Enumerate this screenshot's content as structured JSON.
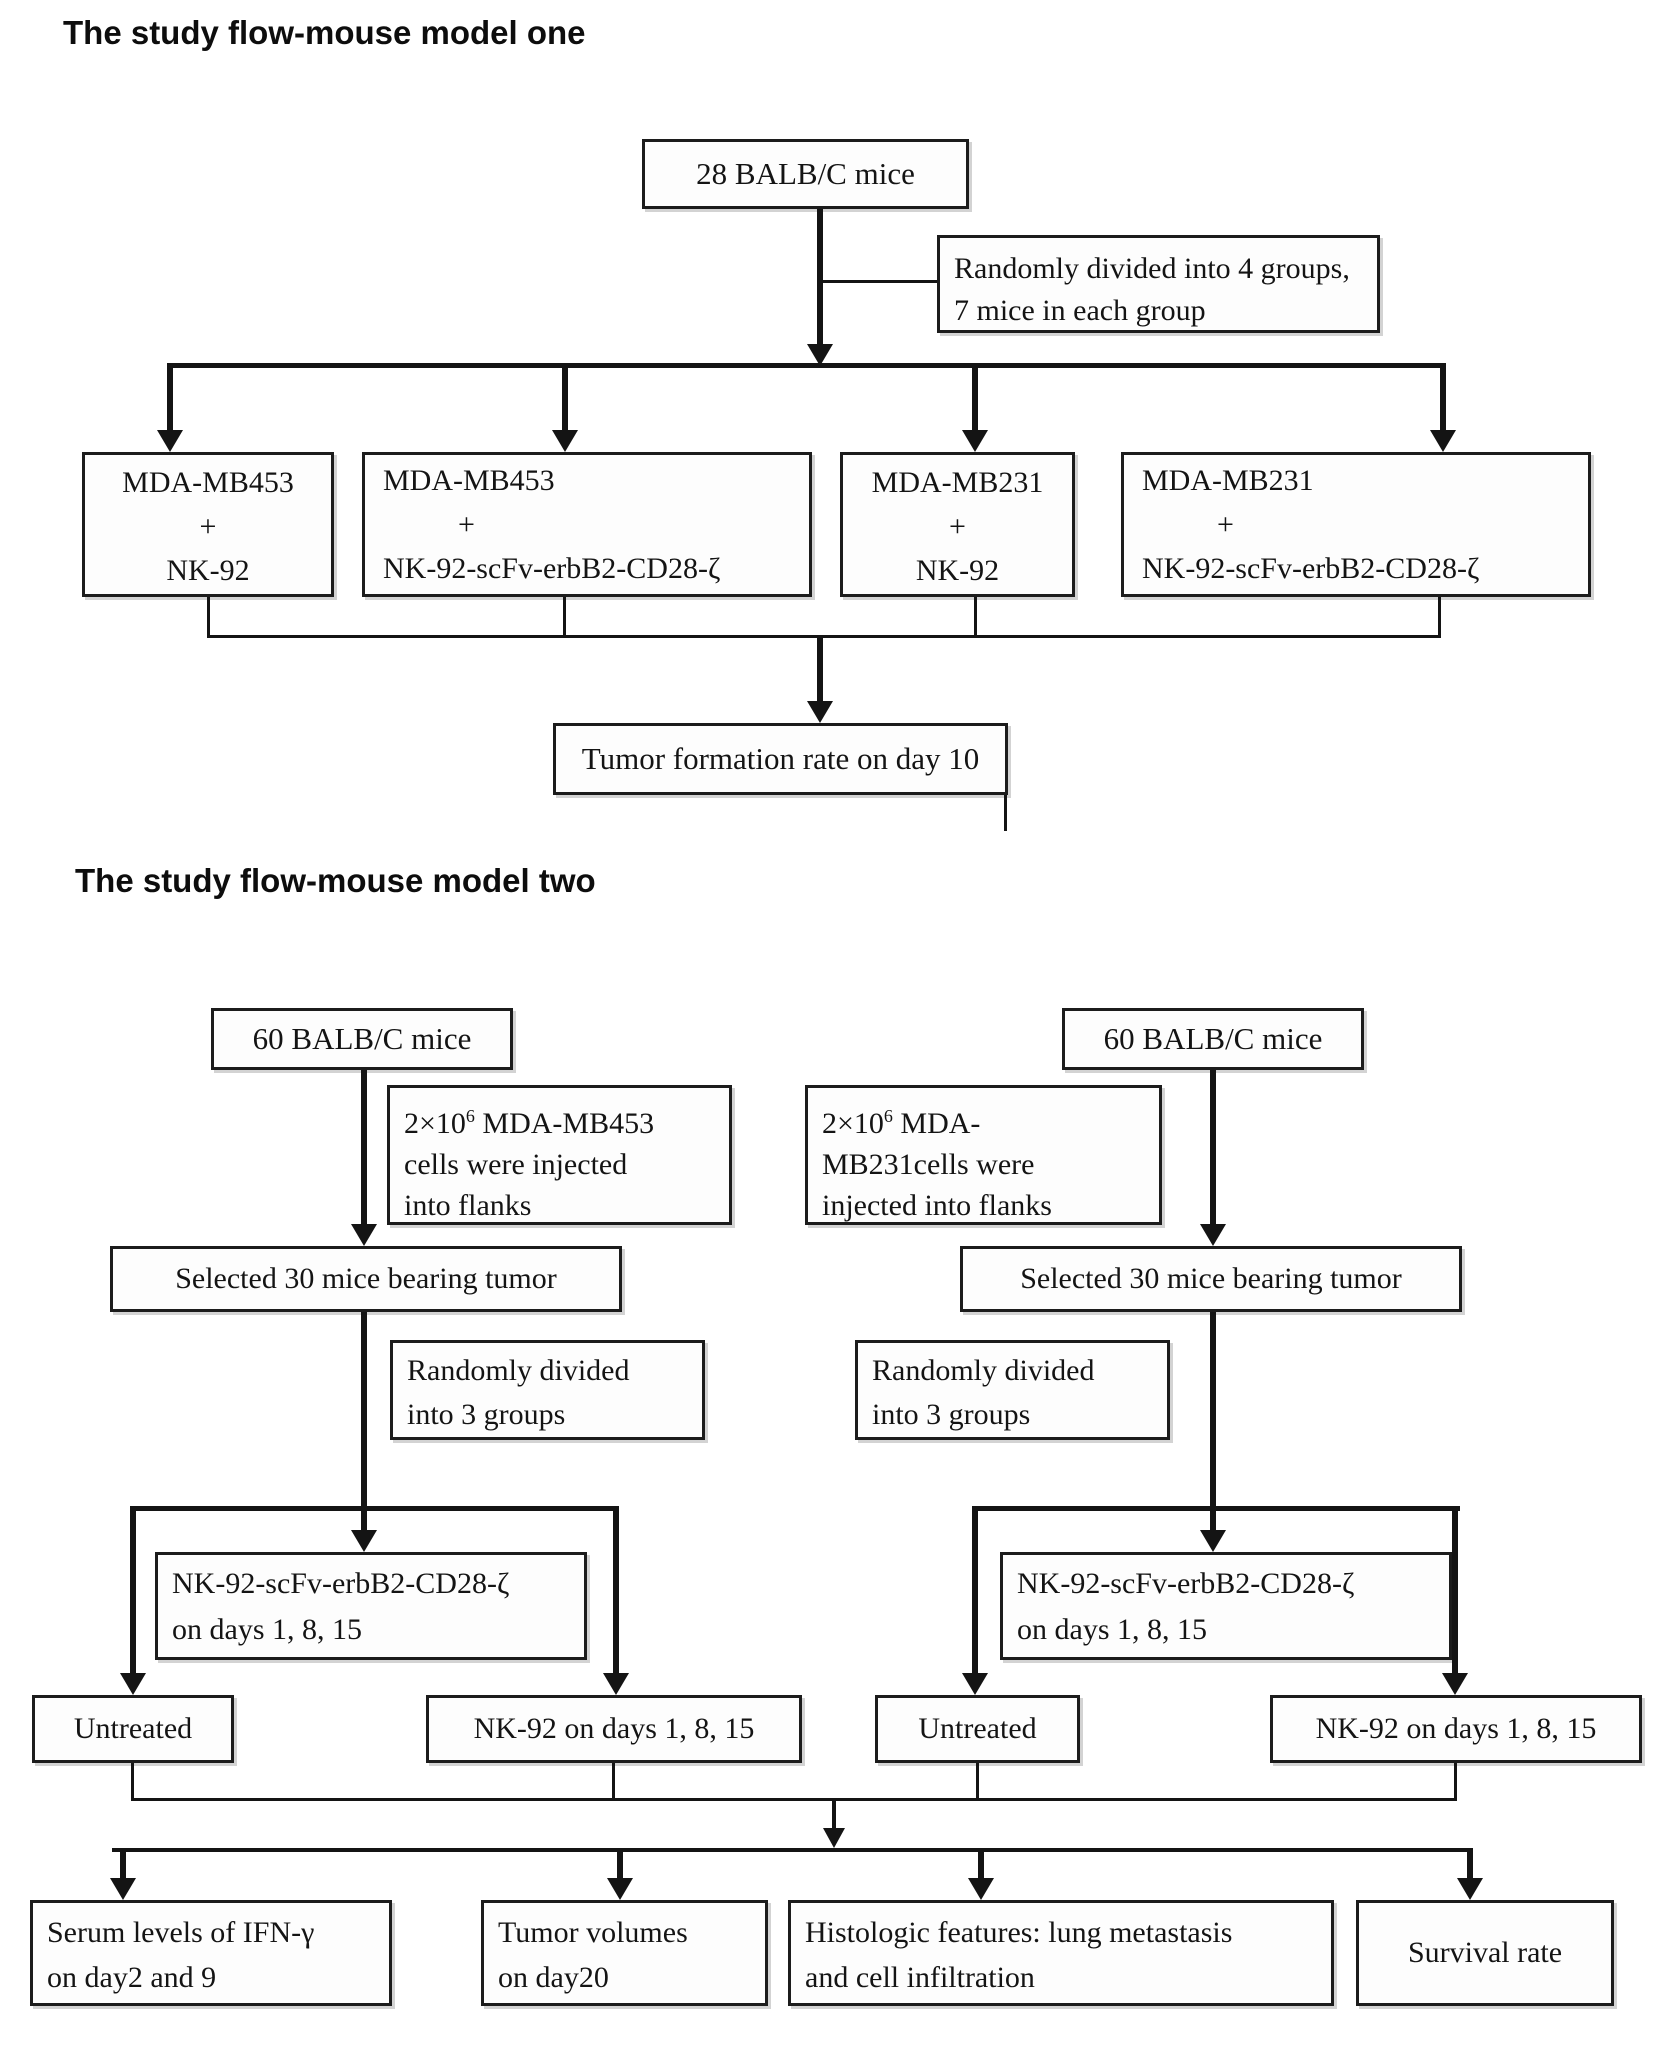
{
  "model_one": {
    "title": "The study flow-mouse model one",
    "mice": "28 BALB/C mice",
    "randomized": {
      "line1": "Randomly divided into 4 groups,",
      "line2": "7 mice in each group"
    },
    "group1": {
      "line1": "MDA-MB453",
      "line2": "+",
      "line3": "NK-92"
    },
    "group2": {
      "line1": "MDA-MB453",
      "line2": "+",
      "line3": "NK-92-scFv-erbB2-CD28-ζ"
    },
    "group3": {
      "line1": "MDA-MB231",
      "line2": "+",
      "line3": "NK-92"
    },
    "group4": {
      "line1": "MDA-MB231",
      "line2": "+",
      "line3": "NK-92-scFv-erbB2-CD28-ζ"
    },
    "outcome": "Tumor formation rate on day 10"
  },
  "model_two": {
    "title": "The study flow-mouse model two",
    "left": {
      "mice": "60 BALB/C mice",
      "injection": {
        "pre": "2×10",
        "sup": "6",
        "post": " MDA-MB453",
        "line2": "cells were injected",
        "line3": "into flanks"
      },
      "selected": "Selected 30 mice bearing tumor",
      "randomized": {
        "line1": "Randomly divided",
        "line2": "into 3 groups"
      },
      "treatment": {
        "line1": "NK-92-scFv-erbB2-CD28-ζ",
        "line2": "on days 1, 8, 15"
      },
      "untreated": "Untreated",
      "nk92": "NK-92 on days 1, 8, 15"
    },
    "right": {
      "mice": "60 BALB/C mice",
      "injection": {
        "pre": "2×10",
        "sup": "6",
        "post": " MDA-",
        "line2": "MB231cells were",
        "line3": "injected into flanks"
      },
      "selected": "Selected 30 mice bearing tumor",
      "randomized": {
        "line1": "Randomly divided",
        "line2": "into 3 groups"
      },
      "treatment": {
        "line1": "NK-92-scFv-erbB2-CD28-ζ",
        "line2": "on days 1, 8, 15"
      },
      "untreated": "Untreated",
      "nk92": "NK-92 on days 1, 8, 15"
    },
    "outcomes": {
      "serum": {
        "line1": "Serum levels of IFN-γ",
        "line2": "on day2 and 9"
      },
      "tumor_volumes": {
        "line1": "Tumor volumes",
        "line2": "on day20"
      },
      "histologic": {
        "line1": "Histologic features: lung metastasis",
        "line2": "and cell infiltration"
      },
      "survival": "Survival rate"
    }
  }
}
